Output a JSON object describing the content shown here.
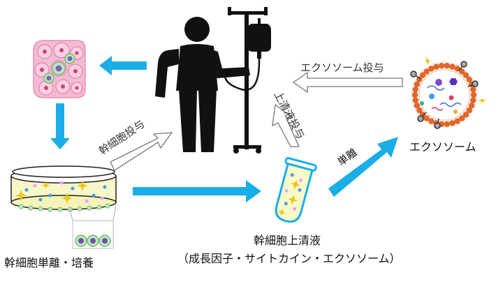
{
  "labels": {
    "stem_cell_administration": "幹細胞投与",
    "supernatant_administration": "上清液投与",
    "exosome_administration": "エクソソーム投与",
    "isolation": "単離",
    "exosome": "エクソソーム",
    "stem_cell_supernatant": "幹細胞上清液",
    "supernatant_contents": "（成長因子・サイトカイン・エクソソーム）",
    "stem_cell_isolation_culture": "幹細胞単離・培養"
  },
  "colors": {
    "blue_arrow": "#1aaee8",
    "outline_arrow": "#777777",
    "figure": "#111111",
    "tissue_pink": "#f2a7c6",
    "exosome_membrane": "#e0662a"
  },
  "icons": [
    "tissue-icon",
    "patient-iv-icon",
    "petri-dish-icon",
    "cell-strip-icon",
    "test-tube-icon",
    "exosome-icon"
  ]
}
